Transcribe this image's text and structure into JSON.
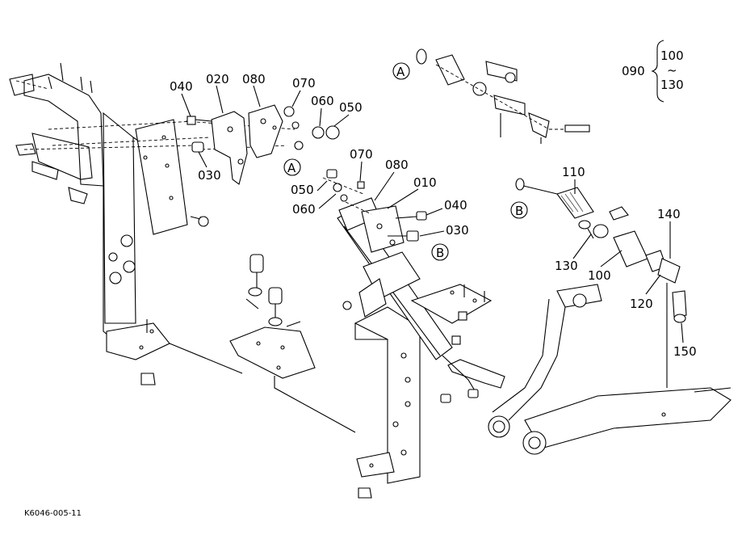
{
  "diagram": {
    "drawing_code": "K6046-005-11",
    "range_label": {
      "part": "090",
      "from": "100",
      "tilde": "~",
      "to": "130"
    },
    "callouts": {
      "a_top": "A",
      "a_mid": "A",
      "b_left": "B",
      "b_right": "B"
    },
    "part_labels": {
      "p040_left": "040",
      "p020": "020",
      "p080_left": "080",
      "p070_left": "070",
      "p060_left": "060",
      "p050_left": "050",
      "p030_left": "030",
      "p070_mid": "070",
      "p080_mid": "080",
      "p010": "010",
      "p050_mid": "050",
      "p060_mid": "060",
      "p040_mid": "040",
      "p030_mid": "030",
      "p110": "110",
      "p140": "140",
      "p130": "130",
      "p100": "100",
      "p120": "120",
      "p150": "150"
    }
  }
}
